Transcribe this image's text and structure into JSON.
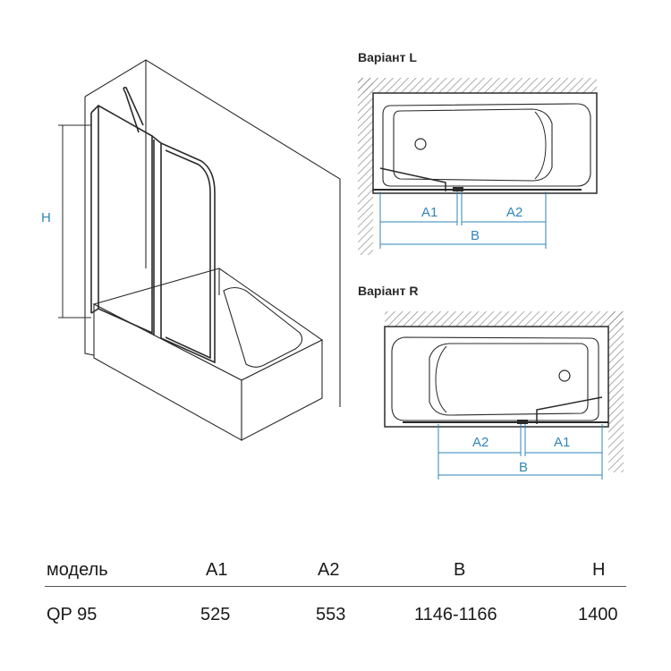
{
  "figure": {
    "perspective": {
      "height_label": "H"
    },
    "variant_l": {
      "title": "Варіант L",
      "dim_a1": "A1",
      "dim_a2": "A2",
      "dim_b": "B"
    },
    "variant_r": {
      "title": "Варіант R",
      "dim_a1": "A1",
      "dim_a2": "A2",
      "dim_b": "B"
    },
    "colors": {
      "dimension_blue": "#2f86b8",
      "line": "#2b2b2b",
      "hatch": "#8a8a8a"
    }
  },
  "table": {
    "headers": [
      "модель",
      "A1",
      "A2",
      "B",
      "H"
    ],
    "rows": [
      [
        "QP 95",
        "525",
        "553",
        "1146-1166",
        "1400"
      ]
    ]
  }
}
